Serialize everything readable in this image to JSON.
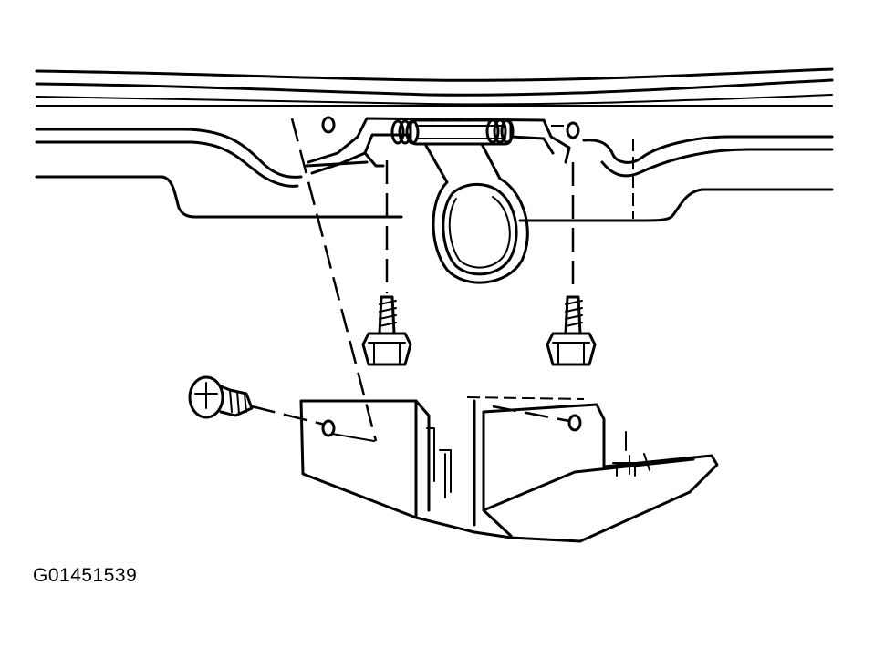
{
  "figure": {
    "id_label": "G01451539",
    "colors": {
      "ink": "#000000",
      "background": "#ffffff"
    },
    "parts": [
      "bumper-beam",
      "hitch-bracket",
      "tow-ring",
      "mounting-bolt-left",
      "mounting-bolt-right",
      "flange-screw",
      "air-deflector-panel"
    ]
  }
}
